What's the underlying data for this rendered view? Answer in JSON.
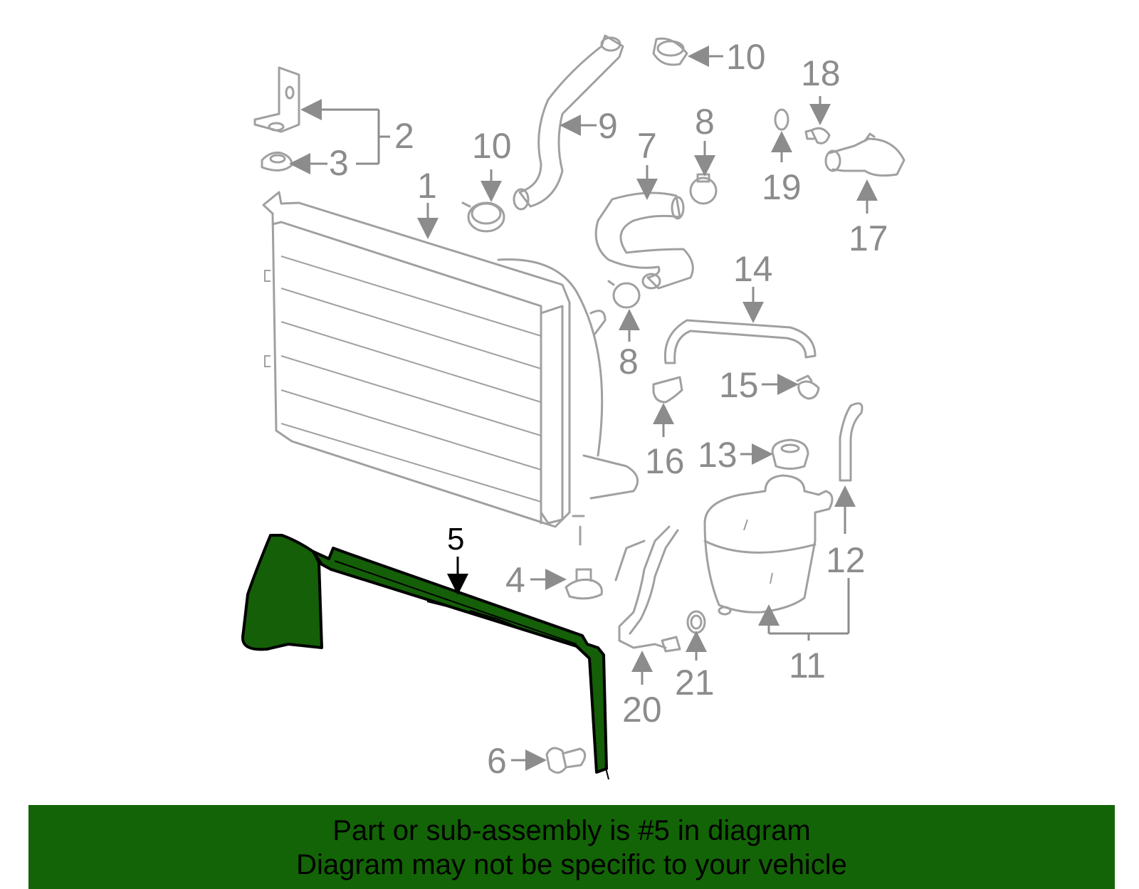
{
  "diagram": {
    "highlighted_part": "5",
    "highlight_color": "#145f08",
    "callouts": [
      {
        "id": "c1",
        "label": "1"
      },
      {
        "id": "c2",
        "label": "2"
      },
      {
        "id": "c3",
        "label": "3"
      },
      {
        "id": "c4",
        "label": "4"
      },
      {
        "id": "c5",
        "label": "5"
      },
      {
        "id": "c6",
        "label": "6"
      },
      {
        "id": "c7",
        "label": "7"
      },
      {
        "id": "c8a",
        "label": "8"
      },
      {
        "id": "c8b",
        "label": "8"
      },
      {
        "id": "c9",
        "label": "9"
      },
      {
        "id": "c10a",
        "label": "10"
      },
      {
        "id": "c10b",
        "label": "10"
      },
      {
        "id": "c11",
        "label": "11"
      },
      {
        "id": "c12",
        "label": "12"
      },
      {
        "id": "c13",
        "label": "13"
      },
      {
        "id": "c14",
        "label": "14"
      },
      {
        "id": "c15",
        "label": "15"
      },
      {
        "id": "c16",
        "label": "16"
      },
      {
        "id": "c17",
        "label": "17"
      },
      {
        "id": "c18",
        "label": "18"
      },
      {
        "id": "c19",
        "label": "19"
      },
      {
        "id": "c20",
        "label": "20"
      },
      {
        "id": "c21",
        "label": "21"
      }
    ]
  },
  "banner": {
    "line1": "Part or sub-assembly is #5 in diagram",
    "line2": "Diagram may not be specific to your vehicle",
    "color": "#136406"
  }
}
